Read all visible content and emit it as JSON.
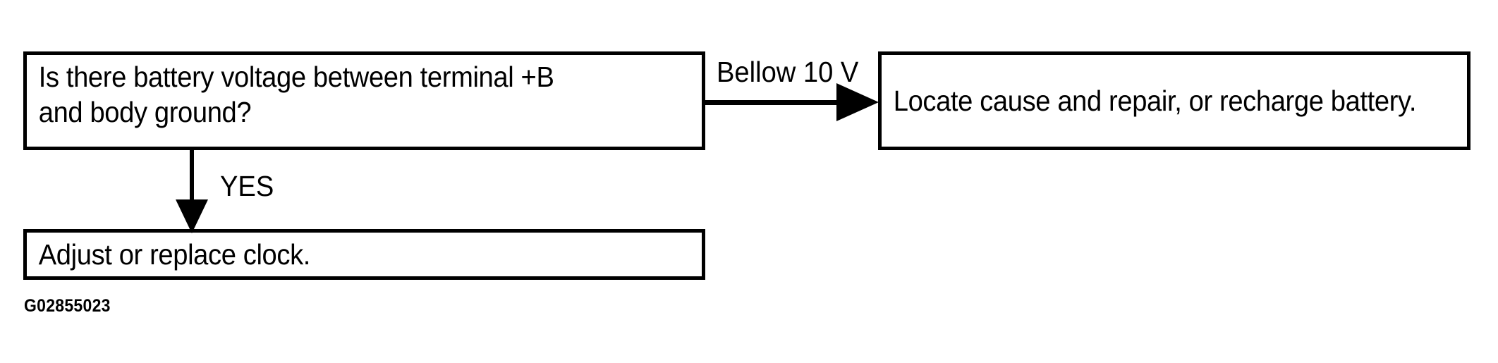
{
  "diagram": {
    "type": "flowchart",
    "figure_id": "G02855023",
    "background_color": "#ffffff",
    "stroke_color": "#000000",
    "nodes": [
      {
        "id": "decision",
        "role": "question",
        "text": "Is there battery voltage between terminal +B\nand body ground?"
      },
      {
        "id": "repair",
        "role": "action",
        "text": "Locate cause and repair, or recharge battery."
      },
      {
        "id": "clock",
        "role": "action",
        "text": "Adjust or replace clock."
      }
    ],
    "edges": [
      {
        "id": "decision-to-repair",
        "from": "decision",
        "to": "repair",
        "direction": "right",
        "label": "Bellow 10 V"
      },
      {
        "id": "decision-to-clock",
        "from": "decision",
        "to": "clock",
        "direction": "down",
        "label": "YES"
      }
    ]
  }
}
